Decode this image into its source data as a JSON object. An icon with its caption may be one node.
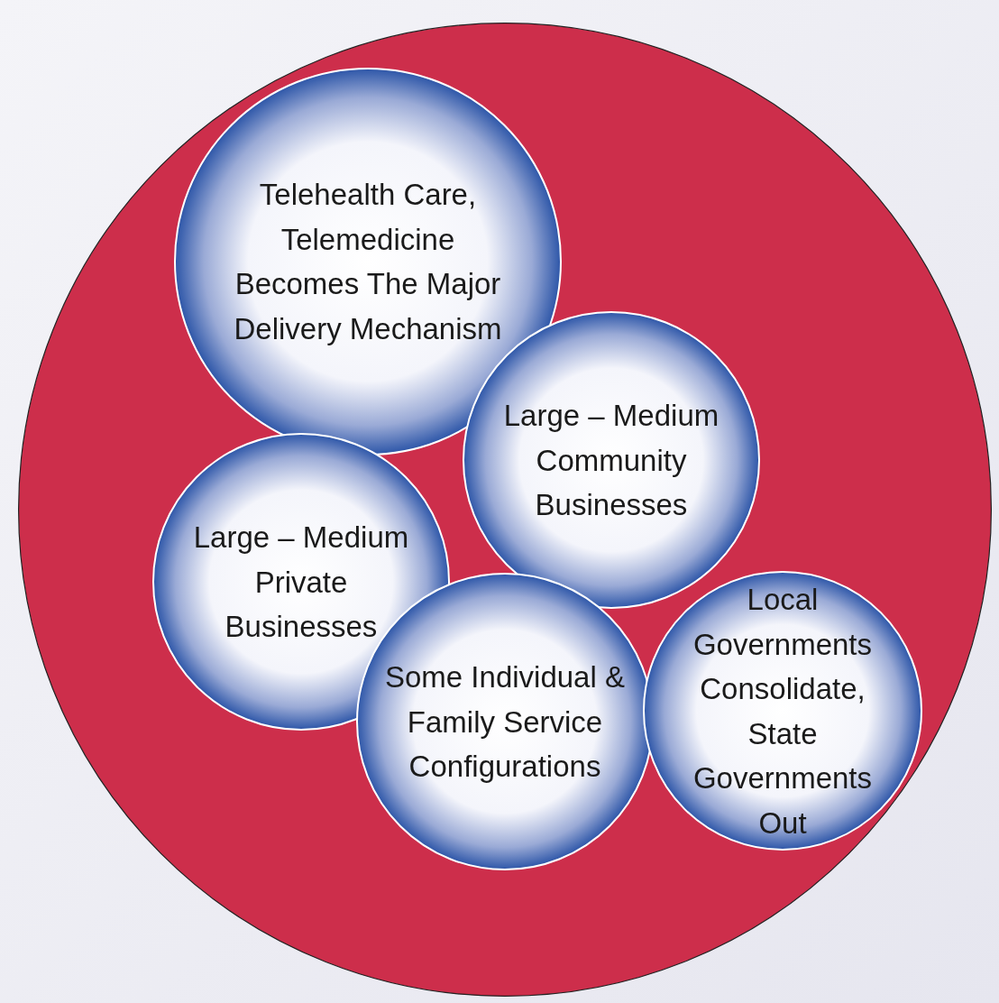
{
  "diagram": {
    "nodes": [
      {
        "text": [],
        "shape": "circle"
      },
      {
        "text": [
          "Telehealth Care, Telemedicine Becomes The Major Delivery Mechanism"
        ],
        "in": 0
      },
      {
        "text": [
          "Large – Medium Community Businesses"
        ],
        "in": 0
      },
      {
        "text": [
          "Large – Medium Private Businesses"
        ],
        "in": 0
      },
      {
        "text": [
          "Some Individual & Family Service Configurations"
        ],
        "in": 0
      },
      {
        "text": [
          "Local Governments Consolidate, State Governments Out"
        ],
        "in": 0
      }
    ]
  }
}
